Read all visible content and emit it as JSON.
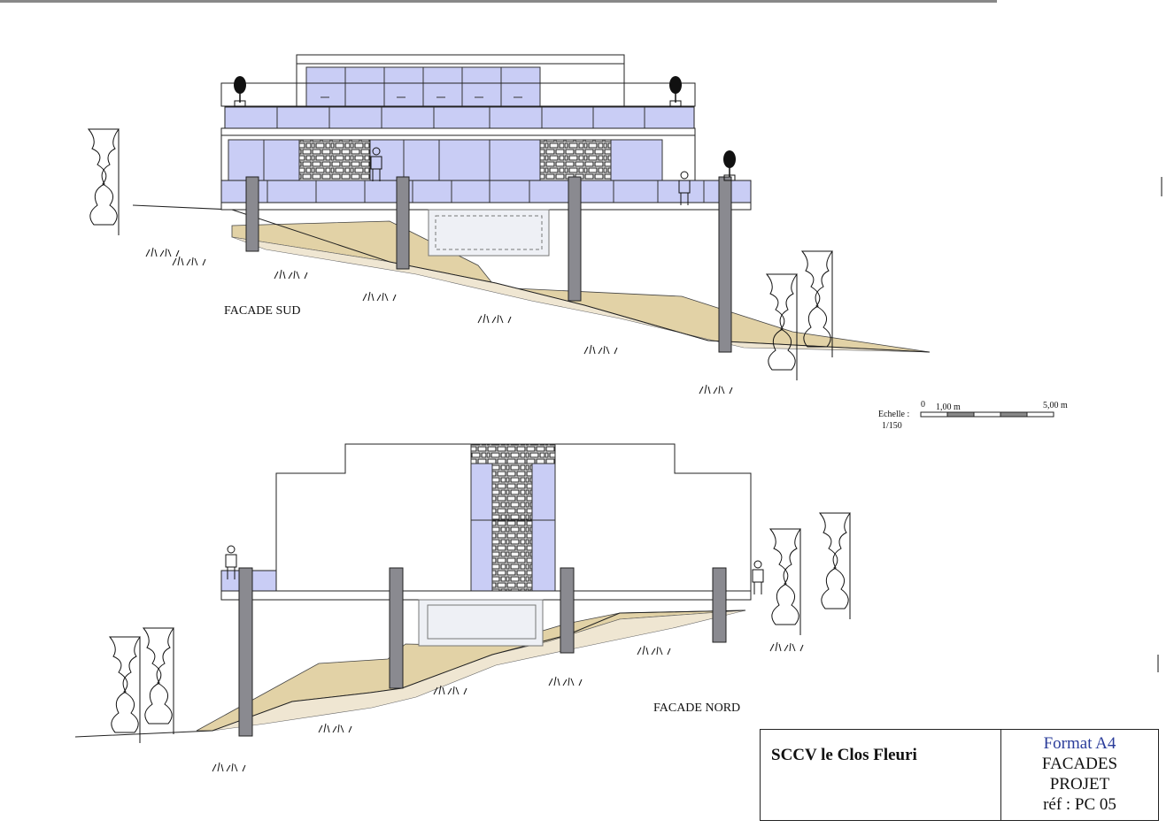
{
  "facade_sud_label": "FACADE SUD",
  "facade_nord_label": "FACADE NORD",
  "scale": {
    "label_line1": "Echelle :",
    "label_line2": "1/150",
    "tick_0": "0",
    "tick_1": "1,00 m",
    "tick_5": "5,00 m"
  },
  "title_block": {
    "project": "SCCV le Clos Fleuri",
    "format": "Format A4",
    "sheet": "FACADES",
    "status": "PROJET",
    "reference": "réf : PC 05"
  },
  "colors": {
    "glass": "#c9cdf5",
    "terrain_fill": "#e2d2a6",
    "terrain_light": "#efe6d2",
    "pillar": "#8a8a90",
    "stone": "#f4f4f4"
  }
}
